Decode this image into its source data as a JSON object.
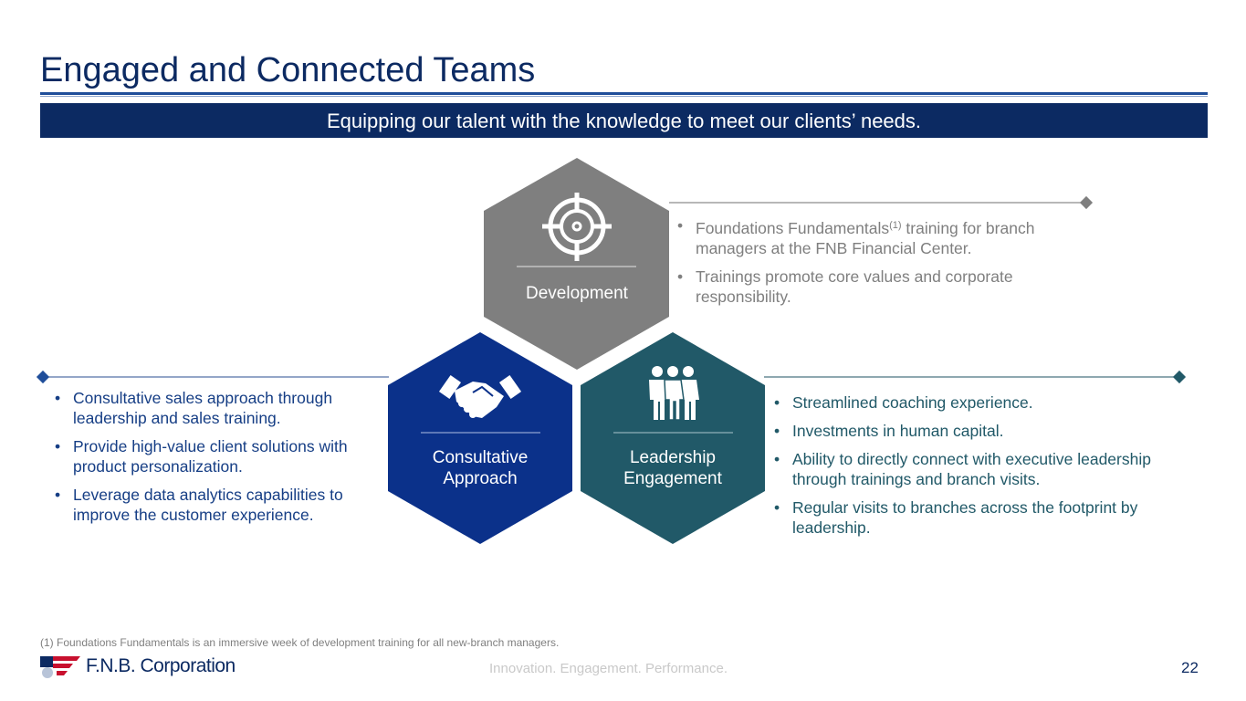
{
  "title": "Engaged and Connected Teams",
  "banner": "Equipping our talent with the knowledge to meet our clients’ needs.",
  "hexagons": [
    {
      "label": "Development",
      "icon": "target-icon",
      "color": "#7f7f7f"
    },
    {
      "label_line1": "Consultative",
      "label_line2": "Approach",
      "icon": "handshake-icon",
      "color": "#0b318a"
    },
    {
      "label_line1": "Leadership",
      "label_line2": "Engagement",
      "icon": "people-icon",
      "color": "#215968"
    }
  ],
  "development_bullets": {
    "b1_pre": "Foundations Fundamentals",
    "b1_sup": "(1)",
    "b1_post": " training for branch managers at the FNB Financial Center.",
    "b2": "Trainings promote core values and corporate responsibility."
  },
  "consultative_bullets": [
    "Consultative sales approach through leadership and sales training.",
    "Provide high-value client solutions with product personalization.",
    "Leverage data analytics capabilities to improve the customer experience."
  ],
  "leadership_bullets": [
    "Streamlined coaching experience.",
    "Investments in human capital.",
    "Ability to directly connect with executive leadership through trainings and branch visits.",
    "Regular visits to branches across the footprint by leadership."
  ],
  "footnote": "(1) Foundations Fundamentals is an immersive week of development training for all new-branch managers.",
  "footer": {
    "logo": "F.N.B. Corporation",
    "tagline": "Innovation. Engagement. Performance.",
    "page": "22"
  }
}
